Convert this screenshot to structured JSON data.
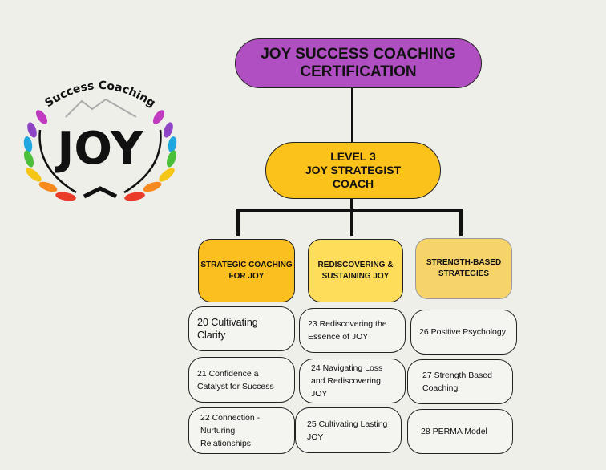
{
  "logo": {
    "text_top": "Success Coaching",
    "text_main": "JOY"
  },
  "title": {
    "line1": "JOY SUCCESS COACHING",
    "line2": "CERTIFICATION",
    "color": "#b04fc2"
  },
  "level": {
    "line1": "LEVEL 3",
    "line2": "JOY STRATEGIST",
    "line3": "COACH",
    "color": "#fbc21c"
  },
  "columns": [
    {
      "label": "STRATEGIC COACHING FOR JOY",
      "color": "#fbbf1f",
      "items": [
        "20 Cultivating Clarity",
        "21 Confidence a Catalyst for Success",
        "22 Connection - Nurturing Relationships"
      ]
    },
    {
      "label": "REDISCOVERING & SUSTAINING JOY",
      "color": "#fddd5a",
      "items": [
        "23 Rediscovering the Essence of JOY",
        "24 Navigating Loss and Rediscovering JOY",
        "25 Cultivating Lasting JOY"
      ]
    },
    {
      "label": "STRENGTH-BASED STRATEGIES",
      "color": "#f7d46a",
      "items": [
        "26 Positive Psychology",
        "27 Strength Based Coaching",
        "28 PERMA Model"
      ]
    }
  ]
}
